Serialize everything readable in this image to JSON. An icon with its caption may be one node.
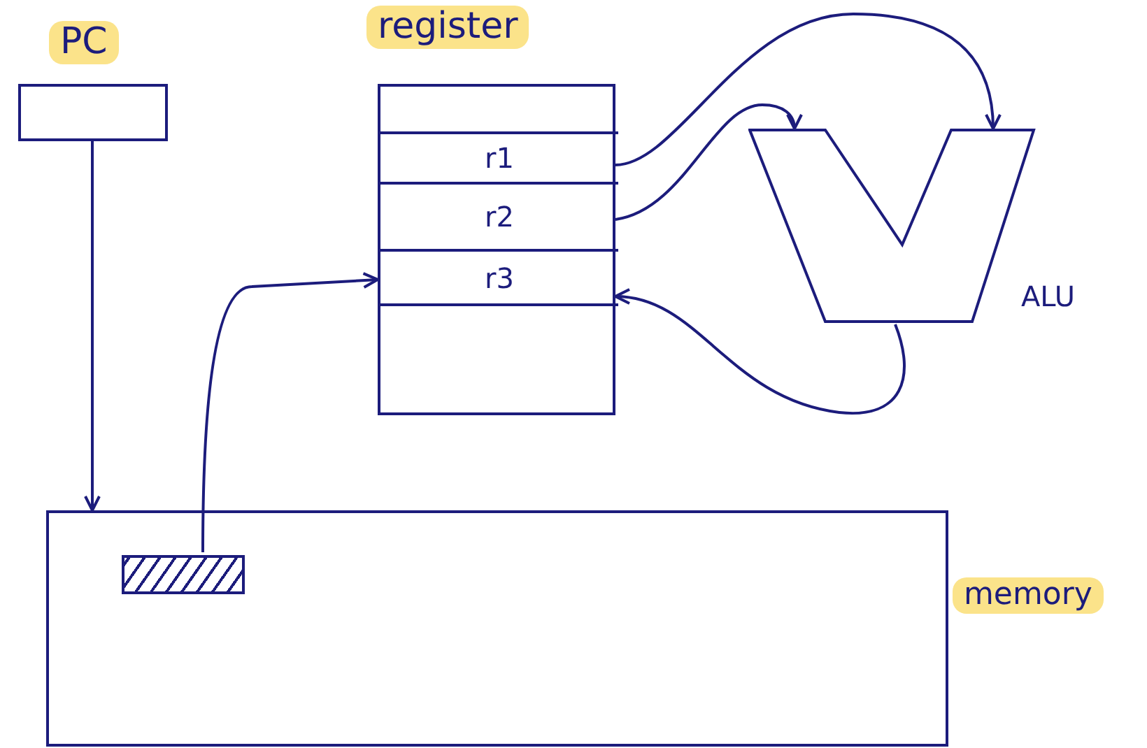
{
  "diagram": {
    "nodes": [
      {
        "text": [
          "PC"
        ]
      },
      {
        "text": [
          "register"
        ]
      },
      {
        "text": [
          "r1"
        ],
        "in": 1
      },
      {
        "text": [
          "r2"
        ],
        "in": 1
      },
      {
        "text": [
          "r3"
        ],
        "in": 1
      },
      {
        "text": [
          "ALU"
        ]
      },
      {
        "text": [
          "memory"
        ]
      },
      {
        "text": [],
        "shape": "box",
        "in": 6
      }
    ],
    "edges": [
      {
        "from": 0,
        "to": 6,
        "arrow": "to"
      },
      {
        "from": 7,
        "to": 4,
        "arrow": "to"
      },
      {
        "from": 2,
        "to": 5,
        "arrow": "to"
      },
      {
        "from": 3,
        "to": 5,
        "arrow": "to"
      },
      {
        "from": 5,
        "to": 4,
        "arrow": "to"
      }
    ]
  }
}
